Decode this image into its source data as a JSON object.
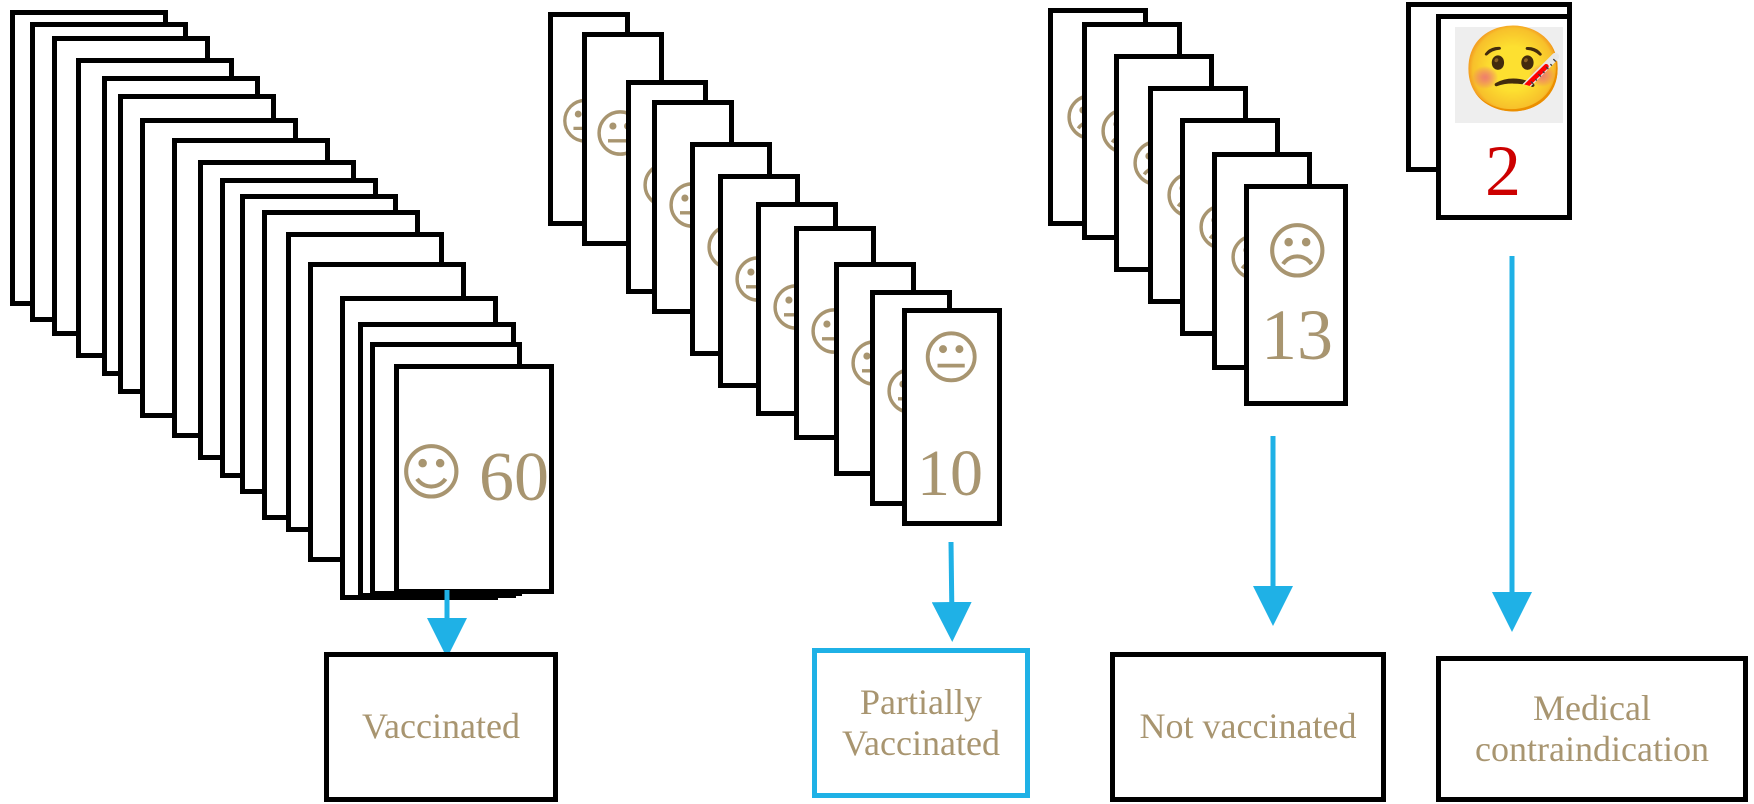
{
  "colors": {
    "card_border": "#000000",
    "accent_text": "#a89570",
    "arrow": "#1fb1e6",
    "highlight_border": "#1fb1e6",
    "medical_count": "#cc0000"
  },
  "groups": [
    {
      "id": "vaccinated",
      "face_icon": "smiling-face-icon",
      "face_glyph": "☺",
      "count": "60",
      "label": "Vaccinated"
    },
    {
      "id": "partially",
      "face_icon": "neutral-face-icon",
      "face_glyph": "😐",
      "count": "10",
      "label_line1": "Partially",
      "label_line2": "Vaccinated"
    },
    {
      "id": "not-vaccinated",
      "face_icon": "frowning-face-icon",
      "face_glyph": "☹",
      "count": "13",
      "label": "Not vaccinated"
    },
    {
      "id": "medical",
      "face_icon": "face-with-thermometer-icon",
      "face_glyph": "🤒",
      "count": "2",
      "label_line1": "Medical",
      "label_line2": "contraindication"
    }
  ]
}
